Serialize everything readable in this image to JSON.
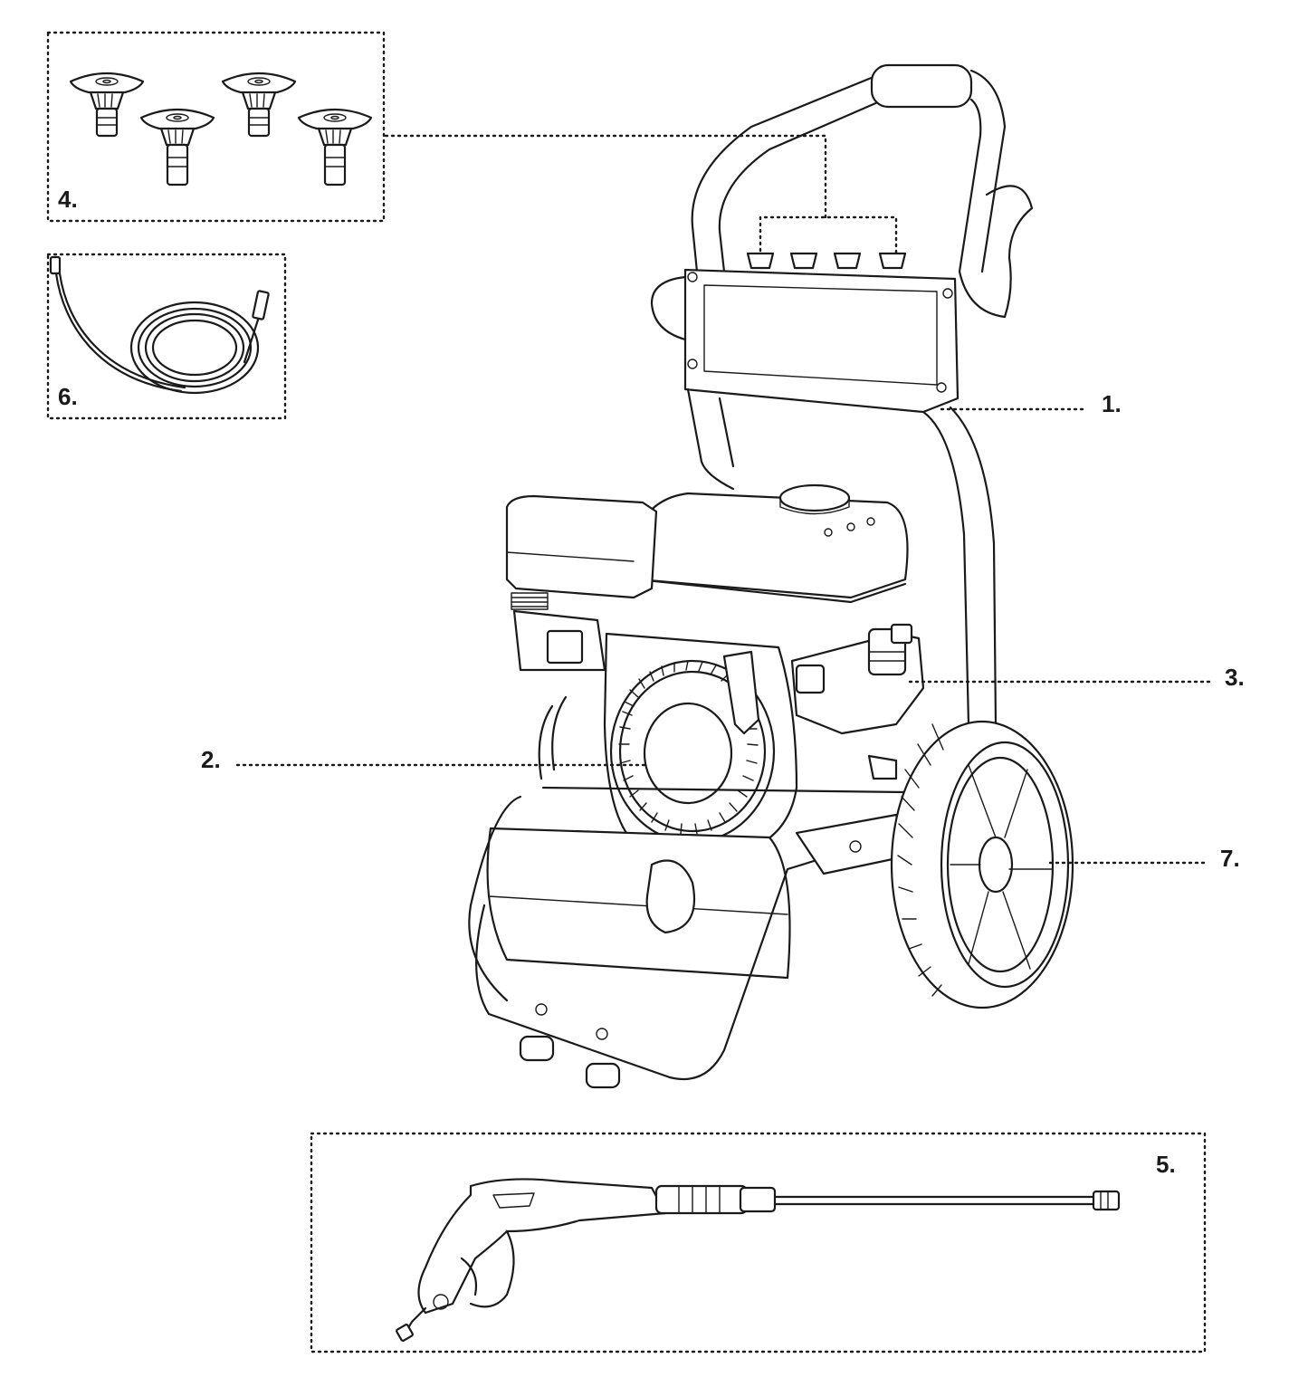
{
  "callouts": {
    "frame": "1.",
    "engine": "2.",
    "pump": "3.",
    "nozzles": "4.",
    "spray_gun": "5.",
    "hose": "6.",
    "wheel": "7."
  },
  "icons": {
    "nozzle_tips": "nozzle-tip-icon",
    "hose": "coiled-hose-icon",
    "spray_gun": "spray-gun-icon",
    "machine": "pressure-washer-icon"
  },
  "colors": {
    "line": "#1a1a1a",
    "background": "#ffffff"
  }
}
